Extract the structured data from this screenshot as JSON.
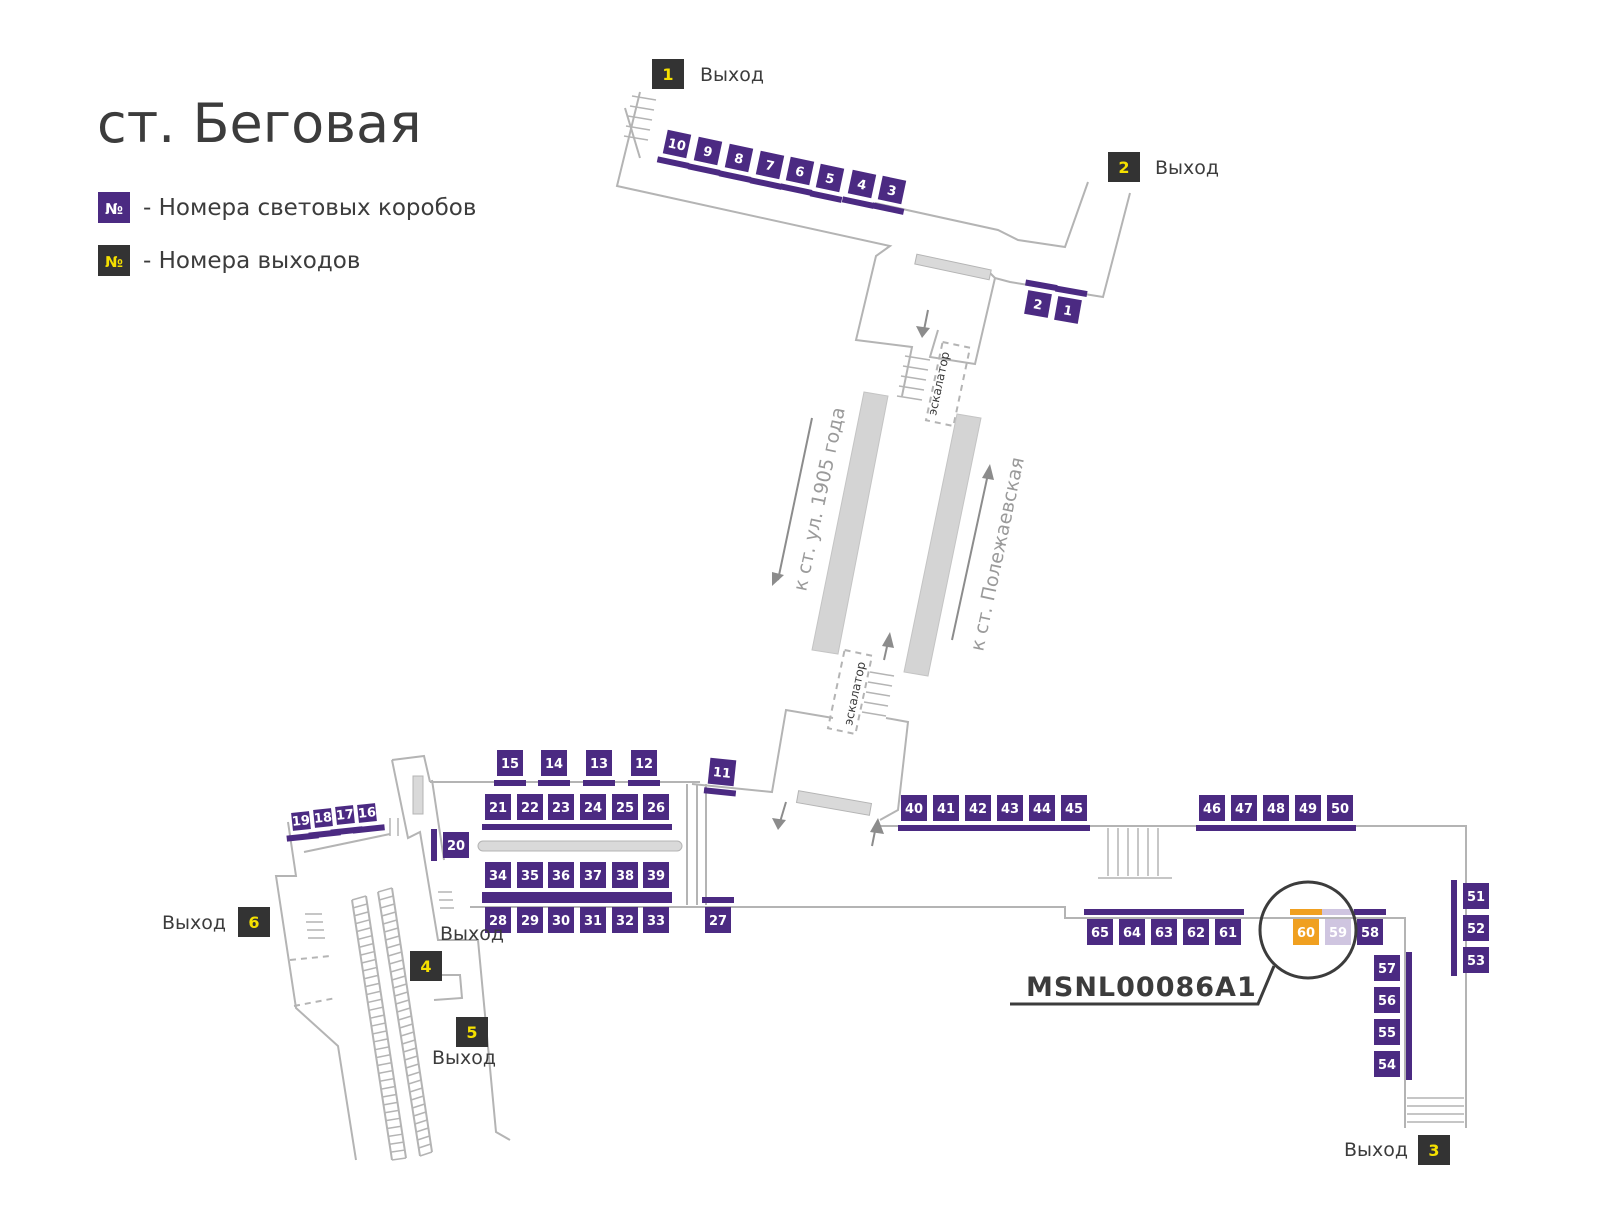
{
  "title": "ст. Беговая",
  "legend": {
    "box_symbol": "№",
    "box_text": "- Номера световых коробов",
    "exit_symbol": "№",
    "exit_text": "- Номера выходов"
  },
  "colors": {
    "box": "#4b2a82",
    "box_highlight": "#f0a020",
    "box_faded": "#cfc5e0",
    "exit_bg": "#333333",
    "exit_num": "#f5e000"
  },
  "exits": [
    {
      "num": "1",
      "label": "Выход"
    },
    {
      "num": "2",
      "label": "Выход"
    },
    {
      "num": "3",
      "label": "Выход"
    },
    {
      "num": "4",
      "label": "Выход"
    },
    {
      "num": "5",
      "label": "Выход"
    },
    {
      "num": "6",
      "label": "Выход"
    }
  ],
  "directions": {
    "to_1905": "к ст. ул. 1905 года",
    "to_polezh": "к ст. Полежаевская"
  },
  "escalator_label": "эскалатор",
  "callout": {
    "code": "MSNL00086A1",
    "highlighted_box": "60",
    "faded_box": "59"
  },
  "boxes": [
    "1",
    "2",
    "3",
    "4",
    "5",
    "6",
    "7",
    "8",
    "9",
    "10",
    "11",
    "12",
    "13",
    "14",
    "15",
    "16",
    "17",
    "18",
    "19",
    "20",
    "21",
    "22",
    "23",
    "24",
    "25",
    "26",
    "27",
    "28",
    "29",
    "30",
    "31",
    "32",
    "33",
    "34",
    "35",
    "36",
    "37",
    "38",
    "39",
    "40",
    "41",
    "42",
    "43",
    "44",
    "45",
    "46",
    "47",
    "48",
    "49",
    "50",
    "51",
    "52",
    "53",
    "54",
    "55",
    "56",
    "57",
    "58",
    "59",
    "60",
    "61",
    "62",
    "63",
    "64",
    "65"
  ]
}
